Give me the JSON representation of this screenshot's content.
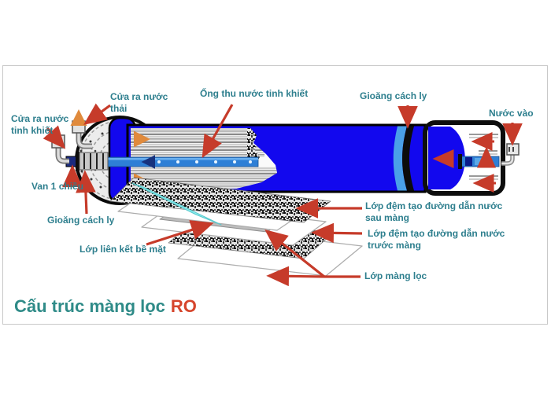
{
  "title": {
    "main": "Cấu trúc màng lọc",
    "highlight": "RO"
  },
  "labels": {
    "waste_outlet": "Cửa ra nước thải",
    "pure_outlet": "Cửa ra nước tinh khiết",
    "collector_tube": "Ống thu nước tinh khiết",
    "gasket_top": "Gioăng cách ly",
    "water_in": "Nước vào",
    "check_valve": "Van 1 chiều",
    "gasket_left": "Gioăng cách ly",
    "surface_bond": "Lớp liên kết bề mặt",
    "spacer_after": "Lớp đệm tạo đường dẫn nước sau màng",
    "spacer_before": "Lớp đệm tạo đường dẫn nước trước màng",
    "membrane": "Lớp màng lọc"
  },
  "colors": {
    "body_blue": "#1208ee",
    "tube_blue": "#2e7fd6",
    "gasket_light_blue": "#4aa0e8",
    "cyan_layer": "#8deff0",
    "label_teal": "#2e7f8e",
    "title_teal": "#2f8b88",
    "arrow_red": "#c63b2a",
    "title_red": "#d6452c",
    "arrow_orange": "#e08a3c"
  }
}
